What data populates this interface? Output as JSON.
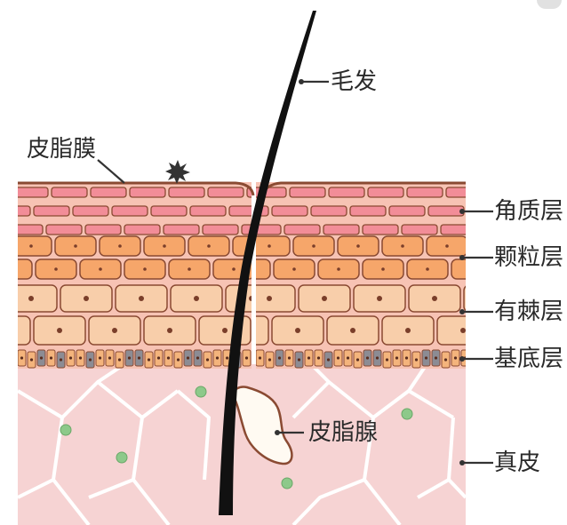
{
  "labels": {
    "hair": "毛发",
    "sebum_film": "皮脂膜",
    "stratum_corneum": "角质层",
    "stratum_granulosum": "颗粒层",
    "stratum_spinosum": "有棘层",
    "stratum_basale": "基底层",
    "sebaceous_gland": "皮脂腺",
    "dermis": "真皮"
  },
  "colors": {
    "corneum_cell": "#f28d98",
    "corneum_bg": "#f7c3b4",
    "granulosum_cell": "#f6a66a",
    "spinosum_cell": "#f8ceaa",
    "basal_tan": "#f4b47c",
    "basal_gray": "#8c8c94",
    "dermis": "#f6d3d3",
    "fiber": "#ffffff",
    "dermis_dot": "#8dc98a",
    "outline": "#8a4a32",
    "hair": "#111111",
    "gland": "#fffaf2"
  }
}
